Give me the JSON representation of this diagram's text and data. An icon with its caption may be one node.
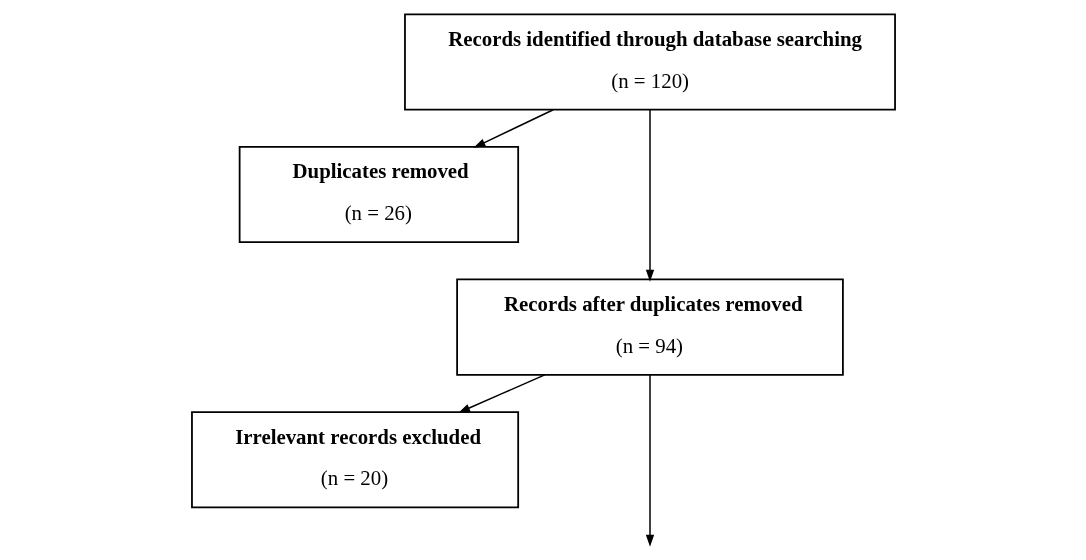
{
  "diagram": {
    "nodes": [
      {
        "text": [
          "Records identified through database searching",
          "(n = 120)"
        ]
      },
      {
        "text": [
          "Duplicates removed",
          "(n = 26)"
        ]
      },
      {
        "text": [
          "Records after duplicates removed",
          "(n = 94)"
        ]
      },
      {
        "text": [
          "Irrelevant records excluded",
          "(n = 20)"
        ]
      }
    ],
    "edges": [
      {
        "from": 0,
        "to": 1,
        "arrow": "to"
      },
      {
        "from": 0,
        "to": 2,
        "arrow": "to"
      },
      {
        "from": 2,
        "to": 3,
        "arrow": "to"
      },
      {
        "from": 2,
        "to": null,
        "arrow": "to"
      }
    ]
  }
}
